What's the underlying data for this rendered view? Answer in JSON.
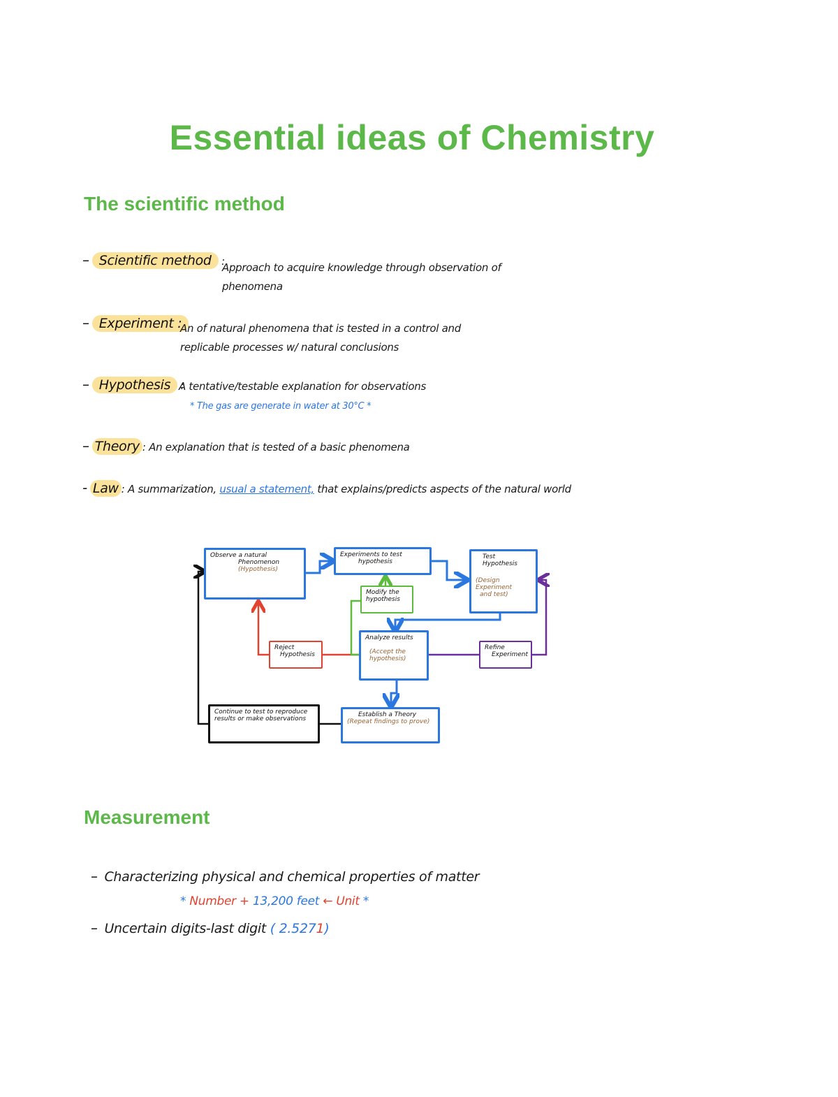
{
  "title": "Essential ideas of Chemistry",
  "sections": {
    "scientific_method": {
      "heading": "The scientific method",
      "items": [
        {
          "term": "Scientific method",
          "sep": ":",
          "definition": "Approach to acquire knowledge through observation of phenomena"
        },
        {
          "term": "Experiment :",
          "sep": "",
          "definition": "An of natural phenomena that is tested in a control and replicable processes w/ natural conclusions"
        },
        {
          "term": "Hypothesis",
          "sep": ":",
          "definition": "A tentative/testable explanation for observations",
          "note": "* The gas are generate in water at 30°C *"
        },
        {
          "term": "Theory",
          "sep": ":",
          "definition": "An explanation that is tested of a basic phenomena"
        },
        {
          "term": "Law",
          "sep": ":",
          "definition_pre": "A summarization,",
          "definition_hl": "usual a statement,",
          "definition_post": "that explains/predicts aspects of the natural world"
        }
      ]
    },
    "measurement": {
      "heading": "Measurement",
      "item1": "Characterizing physical and chemical properties of matter",
      "note_pre": "*",
      "note_number": "Number",
      "note_plus": "+",
      "note_value": "13,200",
      "note_feet": "feet",
      "note_unit": "← Unit",
      "note_post": "*",
      "item2": "Uncertain digits-last digit",
      "item2_value_pre": "( 2.527",
      "item2_value_last": "1",
      "item2_value_post": ")"
    }
  },
  "flowchart": {
    "observe": {
      "line1": "Observe a natural",
      "line2": "Phenomenon",
      "line3": "(Hypothesis)"
    },
    "experiment": {
      "line1": "Experiments to test",
      "line2": "hypothesis"
    },
    "test": {
      "line1": "Test Hypothesis",
      "line2": "(Design Experiment",
      "line3": "and test)"
    },
    "modify": {
      "line1": "Modify the",
      "line2": "hypothesis"
    },
    "analyze": {
      "line1": "Analyze results",
      "line2": "(Accept the",
      "line3": "hypothesis)"
    },
    "reject": {
      "line1": "Reject",
      "line2": "Hypothesis"
    },
    "refine": {
      "line1": "Refine",
      "line2": "Experiment"
    },
    "continue": {
      "line1": "Continue to test to reproduce",
      "line2": "results or make observations"
    },
    "establish": {
      "line1": "Establish a Theory",
      "line2": "(Repeat findings to prove)"
    }
  },
  "colors": {
    "heading": "#5cb848",
    "highlight": "#fbe29a",
    "blue": "#2b77e0",
    "red": "#e2432e",
    "green": "#5cba3c",
    "purple": "#6a2f9a",
    "brown": "#9a6232"
  }
}
